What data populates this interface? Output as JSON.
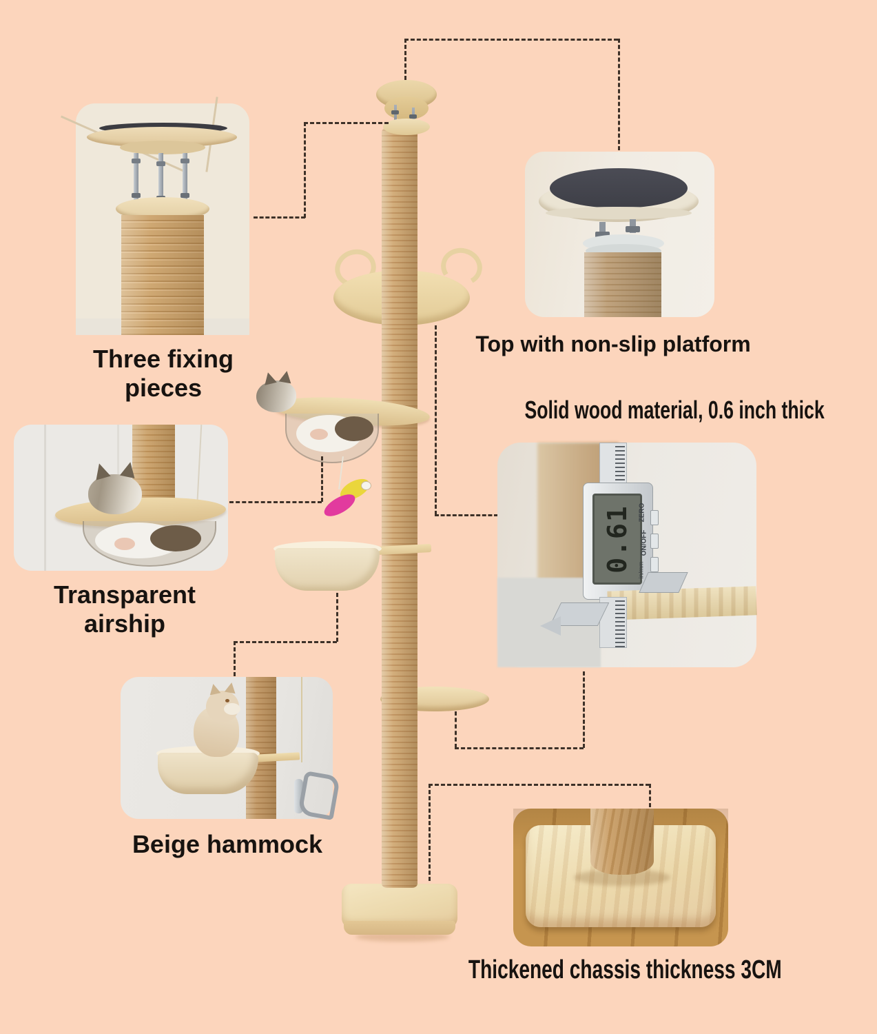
{
  "page": {
    "background": "#fcd5bc",
    "text_color": "#171310",
    "callout_line_color": "#3d3128"
  },
  "captions": {
    "three_fixing": "Three fixing pieces",
    "top_platform": "Top with non-slip platform",
    "solid_wood": "Solid wood material, 0.6 inch thick",
    "airship": "Transparent airship",
    "hammock": "Beige hammock",
    "chassis": "Thickened chassis thickness 3CM"
  },
  "caliper": {
    "display_value": "0.61",
    "button_zero": "ZERO",
    "button_onoff": "ON/OFF",
    "button_unit": "in/mm"
  },
  "colors": {
    "sisal_pole": "#c9a471",
    "light_wood": "#ecd9ae",
    "non_slip_surface": "#46474f",
    "hammock_beige": "#eee2c8",
    "toy_yellow": "#ead63c",
    "toy_magenta": "#e23a9e"
  }
}
